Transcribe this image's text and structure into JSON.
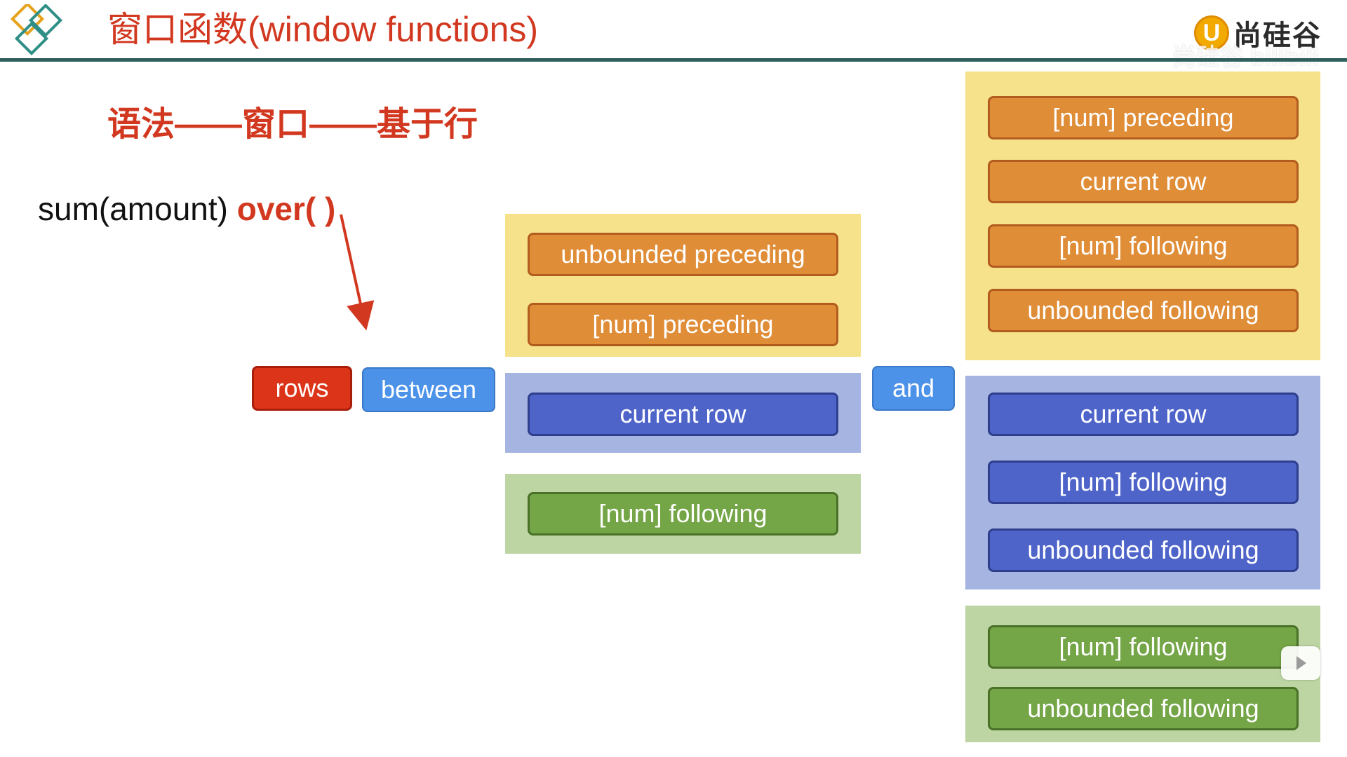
{
  "header": {
    "title": "窗口函数(window functions)",
    "brand": "尚硅谷",
    "brand_letter": "U",
    "watermark": "尚硅谷 bilibili"
  },
  "syntax": {
    "heading": "语法——窗口——基于行",
    "formula_prefix": "sum(amount) ",
    "formula_over": "over(",
    "formula_close": " )"
  },
  "tokens": {
    "rows": "rows",
    "between": "between",
    "and": "and"
  },
  "start_options": {
    "preceding_group": [
      "unbounded preceding",
      "[num] preceding"
    ],
    "current_group": [
      "current row"
    ],
    "following_group": [
      "[num] following"
    ]
  },
  "end_options": {
    "preceding_group": [
      "[num] preceding",
      "current row",
      "[num] following",
      "unbounded following"
    ],
    "current_group": [
      "current row",
      "[num] following",
      "unbounded following"
    ],
    "following_group": [
      "[num] following",
      "unbounded following"
    ]
  },
  "colors": {
    "accent_red": "#d2371f",
    "orange": "#e08d38",
    "blue": "#4e64c9",
    "green": "#74a546",
    "panel_yellow": "#f6e28a",
    "panel_blue": "#a6b4e2",
    "panel_green": "#bdd5a3",
    "header_rule": "#2f5f5a"
  }
}
